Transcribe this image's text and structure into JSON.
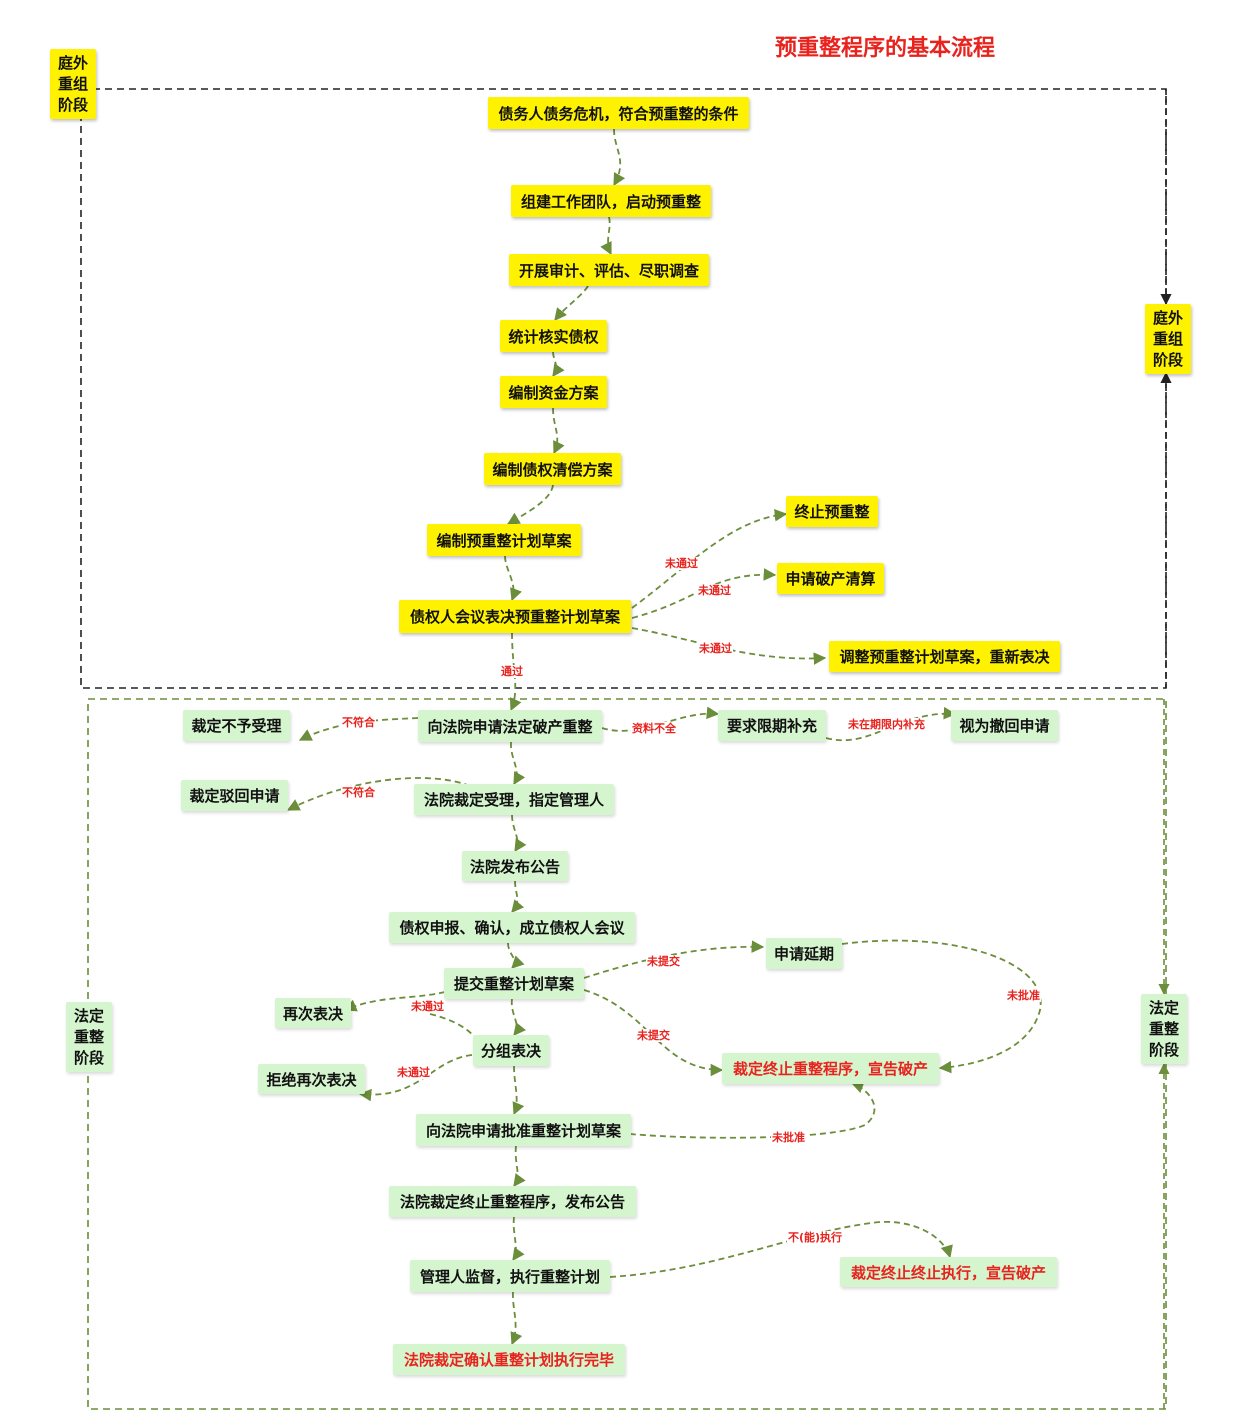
{
  "title": "预重整程序的基本流程",
  "stages": {
    "out_court": "庭外\n重组\n阶段",
    "statutory": "法定\n重整\n阶段"
  },
  "nodes": {
    "n1": "债务人债务危机，符合预重整的条件",
    "n2": "组建工作团队，启动预重整",
    "n3": "开展审计、评估、尽职调查",
    "n4": "统计核实债权",
    "n5": "编制资金方案",
    "n6": "编制债权清偿方案",
    "n7": "编制预重整计划草案",
    "n8": "债权人会议表决预重整计划草案",
    "t1": "终止预重整",
    "t2": "申请破产清算",
    "t3": "调整预重整计划草案，重新表决",
    "c1": "向法院申请法定破产重整",
    "r1": "裁定不予受理",
    "s1": "要求限期补充",
    "s2": "视为撤回申请",
    "c2": "法院裁定受理，指定管理人",
    "r2": "裁定驳回申请",
    "c3": "法院发布公告",
    "c4": "债权申报、确认，成立债权人会议",
    "c5": "提交重整计划草案",
    "e1": "申请延期",
    "v1": "再次表决",
    "c6": "分组表决",
    "v2": "拒绝再次表决",
    "x1": "裁定终止重整程序，宣告破产",
    "c7": "向法院申请批准重整计划草案",
    "c8": "法院裁定终止重整程序，发布公告",
    "c9": "管理人监督，执行重整计划",
    "x2": "裁定终止终止执行，宣告破产",
    "c10": "法院裁定确认重整计划执行完毕"
  },
  "labels": {
    "l_t1": "未通过",
    "l_t2": "未通过",
    "l_t3": "未通过",
    "l_pass": "通过",
    "l_r1": "不符合",
    "l_s1": "资料不全",
    "l_s2": "未在期限内补充",
    "l_r2": "不符合",
    "l_e1": "未提交",
    "l_e2": "未批准",
    "l_x1": "未提交",
    "l_v1": "未通过",
    "l_v2": "未通过",
    "l_c7": "未批准",
    "l_x2": "不(能)执行"
  },
  "colors": {
    "yellow_node": "#fff200",
    "green_node": "#d5f5cf",
    "accent_red": "#e8231e",
    "black_link": "#222222",
    "green_link": "#6b8e3a"
  }
}
